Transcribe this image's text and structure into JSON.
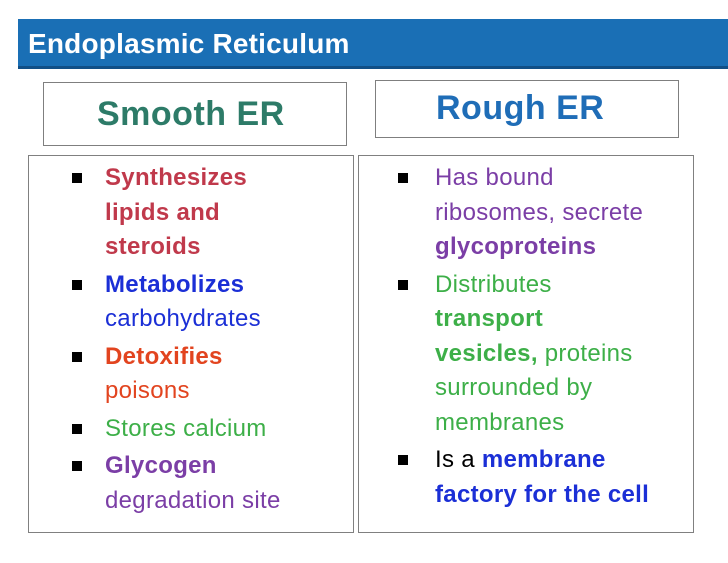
{
  "title": "Endoplasmic Reticulum",
  "smooth": {
    "header": "Smooth ER",
    "items": [
      {
        "lines": [
          [
            {
              "t": "Synthesizes",
              "bold": true,
              "color": "#c0394b"
            }
          ],
          [
            {
              "t": "lipids and",
              "bold": true,
              "color": "#c0394b"
            }
          ],
          [
            {
              "t": "steroids",
              "bold": true,
              "color": "#c0394b"
            }
          ]
        ]
      },
      {
        "lines": [
          [
            {
              "t": "Metabolizes",
              "bold": true,
              "color": "#1b2fd6"
            }
          ],
          [
            {
              "t": "carbohydrates",
              "bold": false,
              "color": "#1b2fd6"
            }
          ]
        ]
      },
      {
        "lines": [
          [
            {
              "t": "Detoxifies",
              "bold": true,
              "color": "#e2441f"
            }
          ],
          [
            {
              "t": "poisons",
              "bold": false,
              "color": "#e2441f"
            }
          ]
        ]
      },
      {
        "lines": [
          [
            {
              "t": "Stores calcium",
              "bold": false,
              "color": "#3daf48"
            }
          ]
        ]
      },
      {
        "lines": [
          [
            {
              "t": "Glycogen",
              "bold": true,
              "color": "#7b3ea6"
            }
          ],
          [
            {
              "t": "degradation site",
              "bold": false,
              "color": "#7b3ea6"
            }
          ]
        ]
      }
    ]
  },
  "rough": {
    "header": "Rough ER",
    "items": [
      {
        "lines": [
          [
            {
              "t": "Has bound",
              "bold": false,
              "color": "#7b3ea6"
            }
          ],
          [
            {
              "t": "ribosomes, secrete",
              "bold": false,
              "color": "#7b3ea6"
            }
          ],
          [
            {
              "t": "glycoproteins",
              "bold": true,
              "color": "#7b3ea6"
            }
          ]
        ]
      },
      {
        "lines": [
          [
            {
              "t": "Distributes",
              "bold": false,
              "color": "#3daf48"
            }
          ],
          [
            {
              "t": "transport",
              "bold": true,
              "color": "#3daf48"
            }
          ],
          [
            {
              "t": "vesicles,",
              "bold": true,
              "color": "#3daf48"
            },
            {
              "t": " proteins",
              "bold": false,
              "color": "#3daf48"
            }
          ],
          [
            {
              "t": "surrounded by",
              "bold": false,
              "color": "#3daf48"
            }
          ],
          [
            {
              "t": "membranes",
              "bold": false,
              "color": "#3daf48"
            }
          ]
        ]
      },
      {
        "lines": [
          [
            {
              "t": "Is a ",
              "bold": false,
              "color": "#000000"
            },
            {
              "t": "membrane",
              "bold": true,
              "color": "#1b2fd6"
            }
          ],
          [
            {
              "t": "factory for the cell",
              "bold": true,
              "color": "#1b2fd6"
            }
          ]
        ]
      }
    ]
  }
}
